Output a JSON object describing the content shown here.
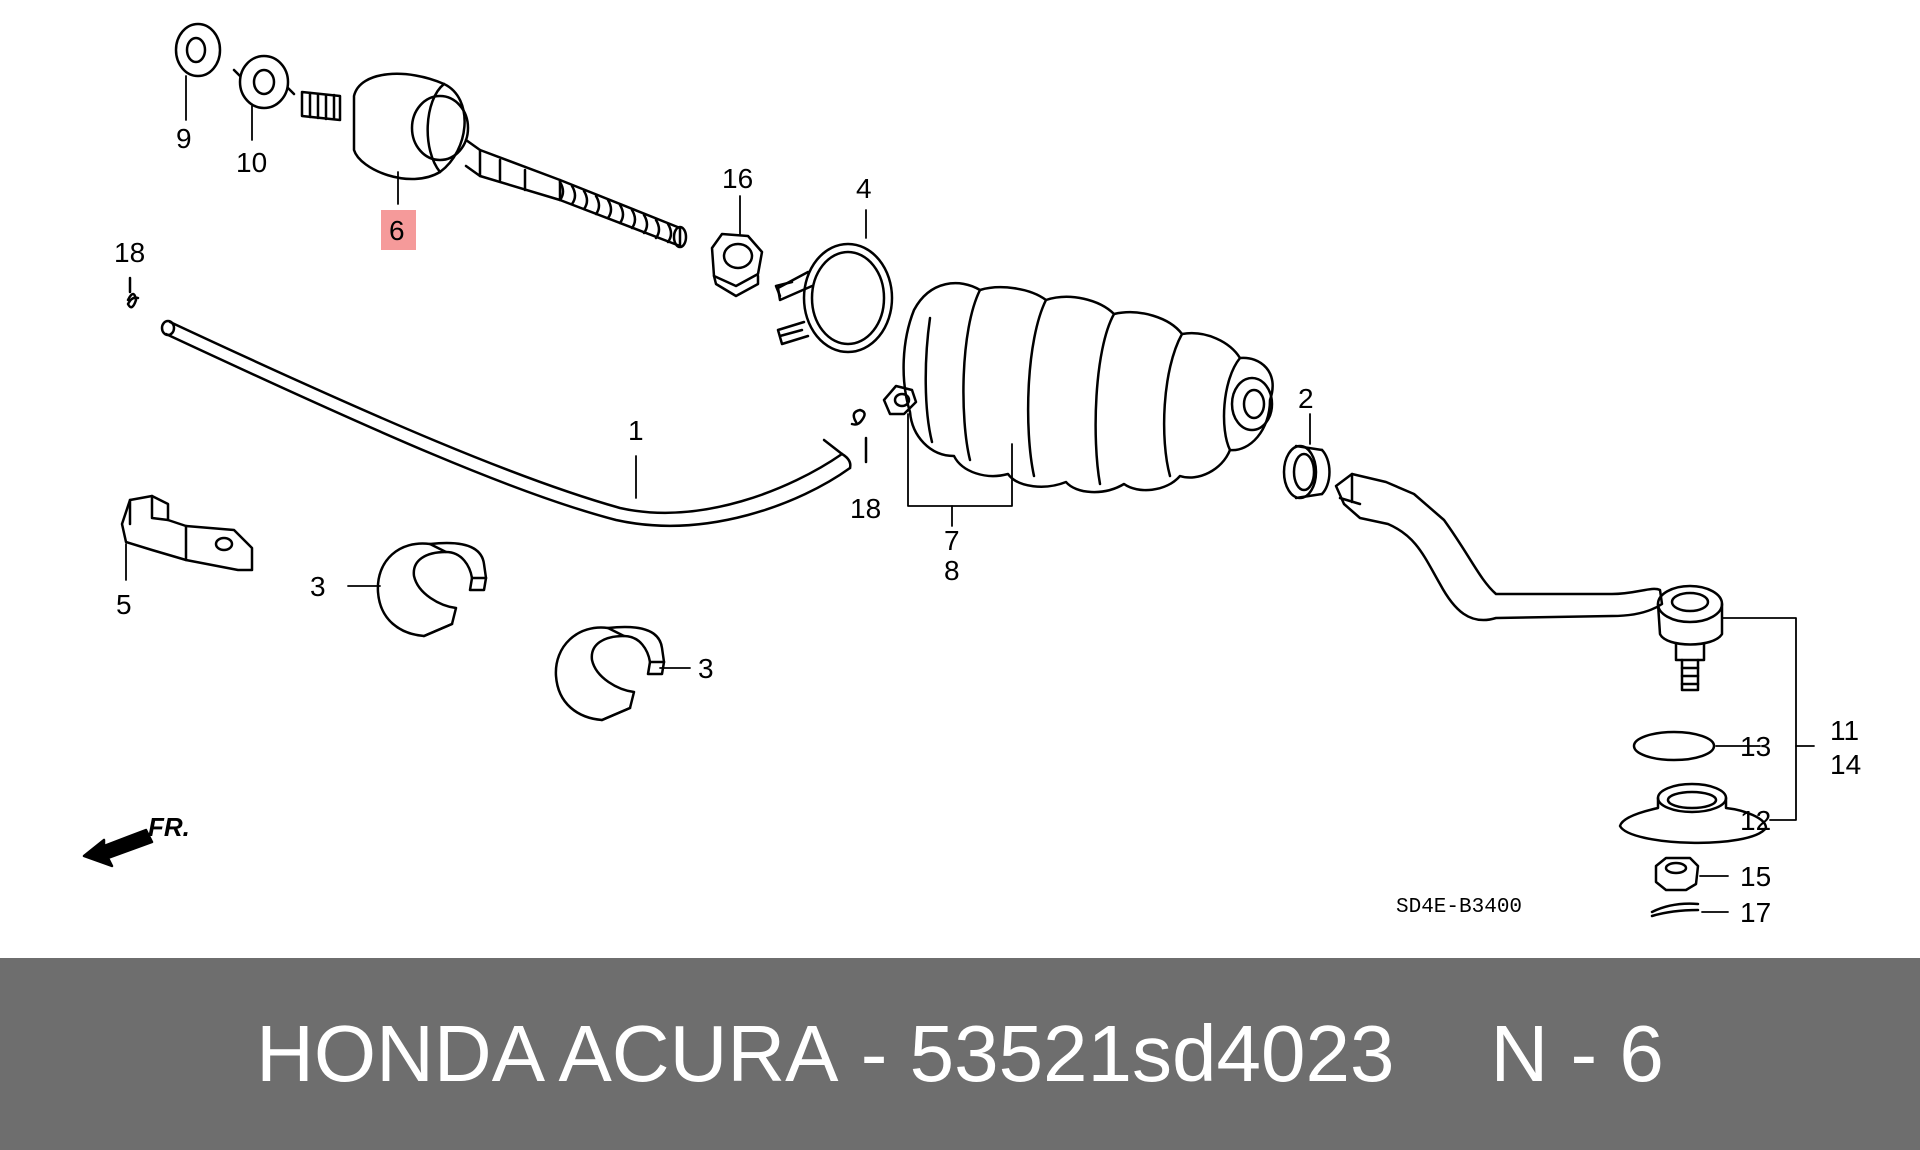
{
  "diagram": {
    "callouts": {
      "p1": "1",
      "p2": "2",
      "p3a": "3",
      "p3b": "3",
      "p4": "4",
      "p5": "5",
      "p6": "6",
      "p7": "7",
      "p8": "8",
      "p9": "9",
      "p10": "10",
      "p11": "11",
      "p12": "12",
      "p13": "13",
      "p14": "14",
      "p15": "15",
      "p16": "16",
      "p17": "17",
      "p18a": "18",
      "p18b": "18"
    },
    "highlight_color": "#f59a9a",
    "direction_label": "FR.",
    "drawing_code": "SD4E-B3400"
  },
  "footer": {
    "brand": "HONDA ACURA",
    "separator": " - ",
    "part_number": "53521sd4023",
    "position_label": "N - 6"
  }
}
